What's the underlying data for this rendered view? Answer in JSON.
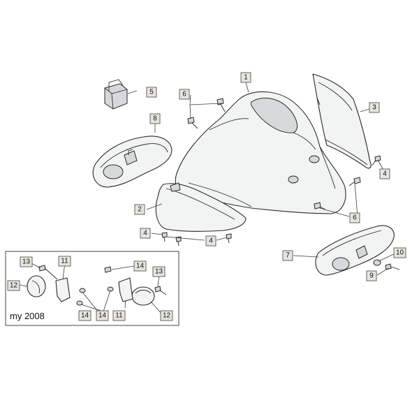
{
  "callouts": {
    "p1": "1",
    "p2": "2",
    "p3": "3",
    "p4a": "4",
    "p4b": "4",
    "p4c": "4",
    "p5": "5",
    "p6a": "6",
    "p6b": "6",
    "p7": "7",
    "p8": "8",
    "p9": "9",
    "p10": "10",
    "p11a": "11",
    "p11b": "11",
    "p12a": "12",
    "p12b": "12",
    "p13a": "13",
    "p13b": "13",
    "p14a": "14",
    "p14b": "14",
    "p14c": "14"
  },
  "inset": {
    "caption": "my 2008"
  }
}
